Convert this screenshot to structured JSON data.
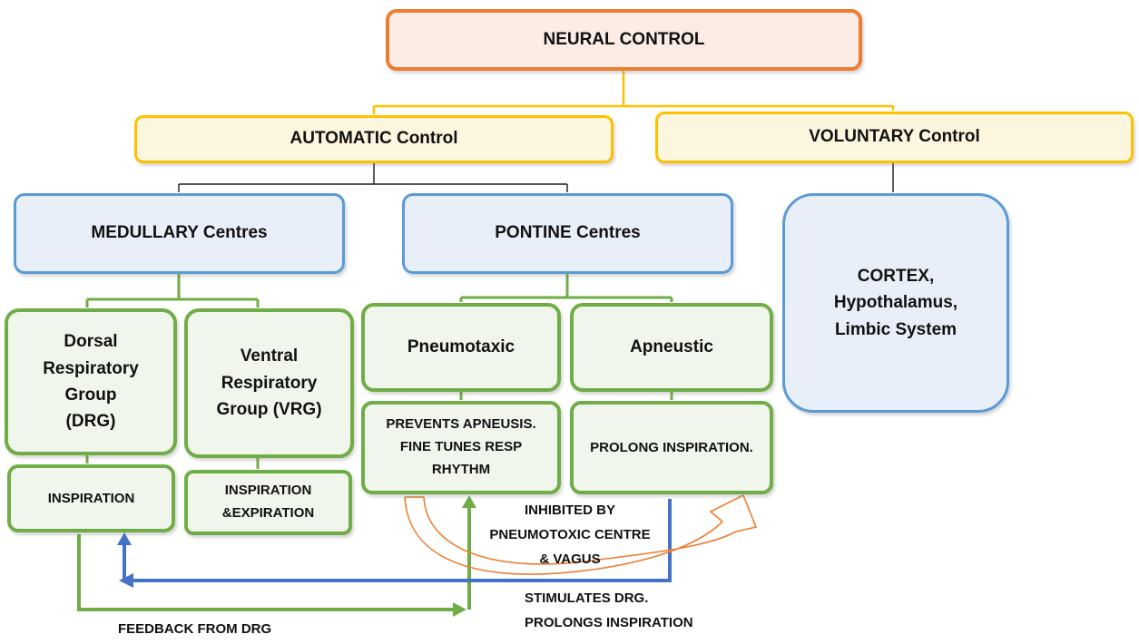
{
  "diagram_title": "Neural control of respiration flowchart",
  "colors": {
    "orange": "#ED7D31",
    "orangeFill": "#FBECE6",
    "yellow": "#FFC000",
    "yellowFill": "#FDF6DE",
    "blue": "#5B9BD5",
    "blueFill": "#E9EFF8",
    "green": "#70AD47",
    "greenFill": "#F1F6EC",
    "arrowBlue": "#4472C4"
  },
  "nodes": {
    "neural": {
      "label": "NEURAL CONTROL"
    },
    "automatic": {
      "label": "AUTOMATIC Control"
    },
    "voluntary": {
      "label": "VOLUNTARY Control"
    },
    "medullary": {
      "label": "MEDULLARY Centres"
    },
    "pontine": {
      "label": "PONTINE Centres"
    },
    "cortex": {
      "label": "CORTEX,\nHypothalamus,\nLimbic System"
    },
    "drg": {
      "label": "Dorsal\nRespiratory\nGroup\n(DRG)"
    },
    "vrg": {
      "label": "Ventral\nRespiratory\nGroup (VRG)"
    },
    "pneumotaxic": {
      "label": "Pneumotaxic"
    },
    "apneustic": {
      "label": "Apneustic"
    },
    "inspiration": {
      "label": "INSPIRATION"
    },
    "insp_exp": {
      "label": "INSPIRATION\n&EXPIRATION"
    },
    "prevents": {
      "label": "PREVENTS APNEUSIS.\nFINE TUNES RESP\nRHYTHM"
    },
    "prolong": {
      "label": "PROLONG INSPIRATION."
    }
  },
  "annotations": {
    "inhibited": "INHIBITED BY\nPNEUMOTOXIC CENTRE\n& VAGUS",
    "stimulates": "STIMULATES DRG.\nPROLONGS INSPIRATION",
    "feedback": "FEEDBACK FROM DRG"
  }
}
